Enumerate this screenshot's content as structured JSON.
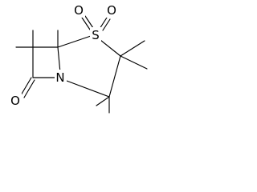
{
  "diagram": {
    "type": "chemical-structure",
    "atoms": {
      "sulfur": "S",
      "nitrogen": "N",
      "oxo_sulfur_1": "O",
      "oxo_sulfur_2": "O",
      "oxo_carbonyl": "O"
    },
    "colors": {
      "ink": "#000000",
      "background": "#ffffff"
    }
  }
}
